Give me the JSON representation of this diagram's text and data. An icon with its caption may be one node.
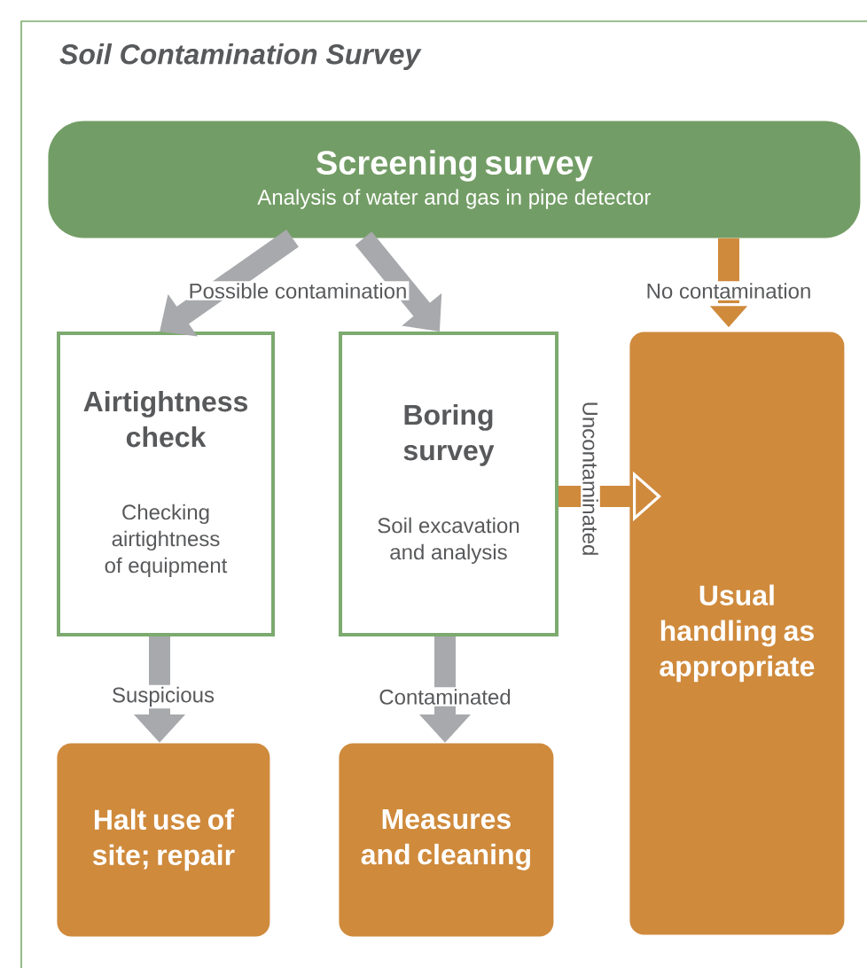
{
  "diagram": {
    "title": "Soil Contamination Survey",
    "nodes": [
      {
        "text": [
          "Screening survey",
          "Analysis of water and gas in pipe detector"
        ]
      },
      {
        "text": [
          "Airtightness check",
          "Checking airtightness of equipment"
        ]
      },
      {
        "text": [
          "Boring survey",
          "Soil excavation and analysis"
        ]
      },
      {
        "text": [
          "Usual handling as appropriate"
        ]
      },
      {
        "text": [
          "Halt use of site; repair"
        ]
      },
      {
        "text": [
          "Measures and cleaning"
        ]
      }
    ],
    "edges": [
      {
        "from": 0,
        "to": 1,
        "arrow": "to",
        "label": "Possible contamination"
      },
      {
        "from": 0,
        "to": 2,
        "arrow": "to"
      },
      {
        "from": 0,
        "to": 3,
        "arrow": "to",
        "label": "No contamination",
        "color": "#cf8a3c"
      },
      {
        "from": 2,
        "to": 3,
        "arrow": "to",
        "label": "Uncontaminated",
        "color": "#cf8a3c"
      },
      {
        "from": 1,
        "to": 4,
        "arrow": "to",
        "label": "Suspicious"
      },
      {
        "from": 2,
        "to": 5,
        "arrow": "to",
        "label": "Contaminated"
      }
    ]
  }
}
